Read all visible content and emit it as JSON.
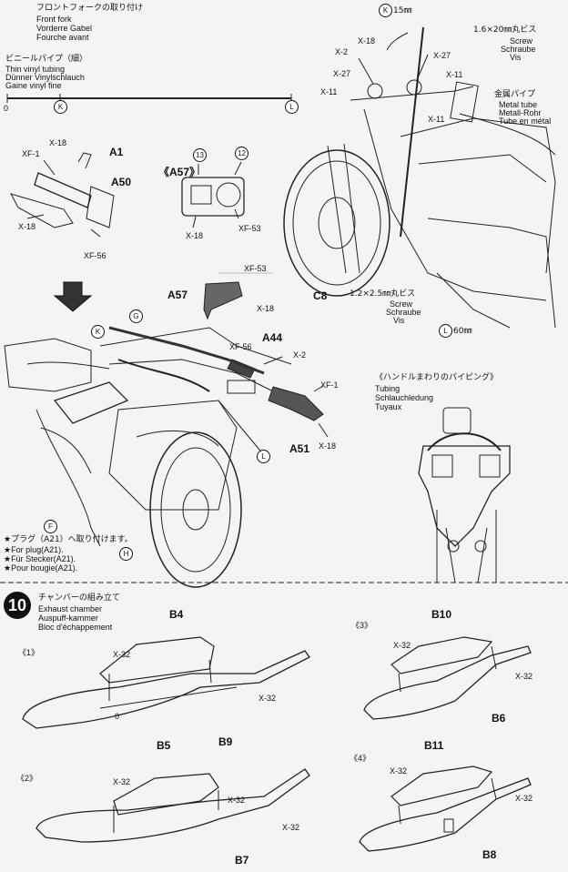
{
  "header": {
    "jp": "フロントフォークの取り付け",
    "line_en": "Front fork",
    "line_de": "Vorderre Gabel",
    "line_fr": "Fourche avant"
  },
  "vinyl": {
    "jp": "ビニールパイプ（細）",
    "en": "Thin vinyl tubing",
    "de": "Dünner Vinylschlauch",
    "fr": "Gaine vinyl fine",
    "zero": "0",
    "k": "K",
    "l": "L"
  },
  "fork_right": {
    "k_len": "15㎜",
    "screw_size": "1.6×20㎜丸ビス",
    "screw_en": "Screw",
    "screw_de": "Schraube",
    "screw_fr": "Vis",
    "x18": "X-18",
    "x2": "X-2",
    "x27a": "X-27",
    "x27b": "X-27",
    "x11a": "X-11",
    "x11b": "X-11",
    "x11c": "X-11",
    "metal_jp": "金属パイプ",
    "metal_en": "Metal tube",
    "metal_de": "Metall-Rohr",
    "metal_fr": "Tube en métal",
    "c8": "C8",
    "screw2_size": "1.2×2.5㎜丸ビス",
    "screw2_en": "Screw",
    "screw2_de": "Schraube",
    "screw2_fr": "Vis",
    "l_len": "60㎜"
  },
  "handle": {
    "x18a": "X-18",
    "a1": "A1",
    "xf1": "XF-1",
    "a50": "A50",
    "x18b": "X-18",
    "xf56": "XF-56"
  },
  "meter": {
    "title": "《A57》",
    "n13": "13",
    "n12": "12",
    "x18": "X-18",
    "xf53": "XF-53"
  },
  "assembly": {
    "xf53": "XF-53",
    "a57": "A57",
    "x18": "X-18",
    "g": "G",
    "k": "K",
    "a44": "A44",
    "xf56": "XF-56",
    "x2": "X-2",
    "xf1": "XF-1",
    "l": "L",
    "a51": "A51",
    "x18b": "X-18",
    "f": "F",
    "h": "H"
  },
  "notes": {
    "jp": "★プラグ（A21）へ取り付けます。",
    "en": "★For plug(A21).",
    "de": "★Für Stecker(A21).",
    "fr": "★Pour bougie(A21)."
  },
  "piping": {
    "jp": "《ハンドルまわりのパイピング》",
    "en": "Tubing",
    "de": "Schlauchledung",
    "fr": "Tuyaux"
  },
  "step10": {
    "number": "10",
    "jp": "チャンバーの組み立て",
    "en": "Exhaust chamber",
    "de": "Auspuff-kammer",
    "fr": "Bloc d'échappement"
  },
  "chambers": [
    {
      "tag": "《1》",
      "part_top": "B4",
      "part_bottom": "B9",
      "x32a": "X-32",
      "x32b": "X-32"
    },
    {
      "tag": "《2》",
      "part_top": "B5",
      "part_bottom": "B7",
      "x32a": "X-32",
      "x32b": "X-32",
      "x32c": "X-32"
    },
    {
      "tag": "《3》",
      "part_top": "B10",
      "part_bottom": "B6",
      "x32a": "X-32",
      "x32b": "X-32"
    },
    {
      "tag": "《4》",
      "part_top": "B11",
      "part_bottom": "B8",
      "x32a": "X-32",
      "x32b": "X-32"
    }
  ],
  "misc": {
    "divider_zero": "0"
  }
}
